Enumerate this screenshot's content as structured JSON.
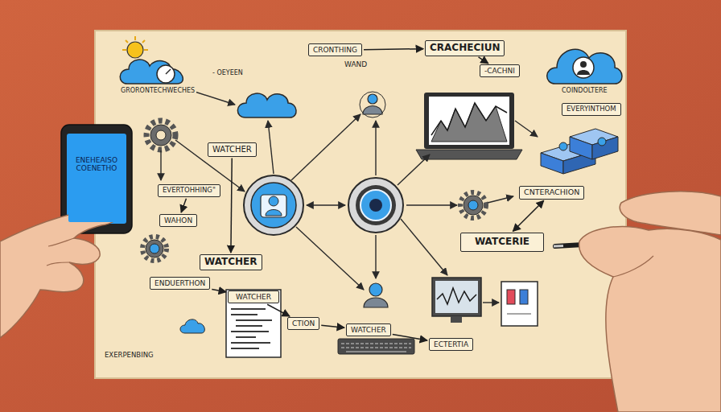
{
  "diagram": {
    "nodes": [
      {
        "text": [
          "CRONTHING"
        ]
      },
      {
        "text": [
          "CRACHECIUN"
        ]
      },
      {
        "text": [
          "-CACHNI"
        ]
      },
      {
        "text": [
          "EVERYINTHOM"
        ]
      },
      {
        "text": [
          "ENEHEAISO COENETHO"
        ]
      },
      {
        "text": [
          "WATCHER"
        ]
      },
      {
        "text": [
          "EVERTOHHING\""
        ]
      },
      {
        "text": [
          "CNTERACHION"
        ]
      },
      {
        "text": [
          "WAHON"
        ]
      },
      {
        "text": [
          "WATCERIE"
        ]
      },
      {
        "text": [
          "WATCHER"
        ]
      },
      {
        "text": [
          "ENDUERTHON"
        ]
      },
      {
        "text": [
          "WATCHER"
        ]
      },
      {
        "text": [
          "CTION"
        ]
      },
      {
        "text": [
          "WATCHER"
        ]
      },
      {
        "text": [
          "ECTERTIA"
        ]
      }
    ],
    "edges": [
      {
        "from": 0,
        "to": 1,
        "arrow": "to"
      },
      {
        "from": 1,
        "to": 2,
        "arrow": "to"
      },
      {
        "from": 5,
        "to": 10,
        "arrow": "to"
      },
      {
        "from": 6,
        "to": 8,
        "arrow": "to"
      },
      {
        "from": 7,
        "to": 9,
        "arrow": "both"
      },
      {
        "from": 11,
        "to": 12,
        "arrow": "to"
      },
      {
        "from": 12,
        "to": 13,
        "arrow": "to"
      },
      {
        "from": 13,
        "to": 14,
        "arrow": "to"
      },
      {
        "from": 14,
        "to": 15,
        "arrow": "to"
      }
    ],
    "labels": [
      "GRORONTECHWECHES",
      "- OEYEEN",
      "WAND",
      "COINDOLTERE",
      "EXERPENBING"
    ]
  }
}
